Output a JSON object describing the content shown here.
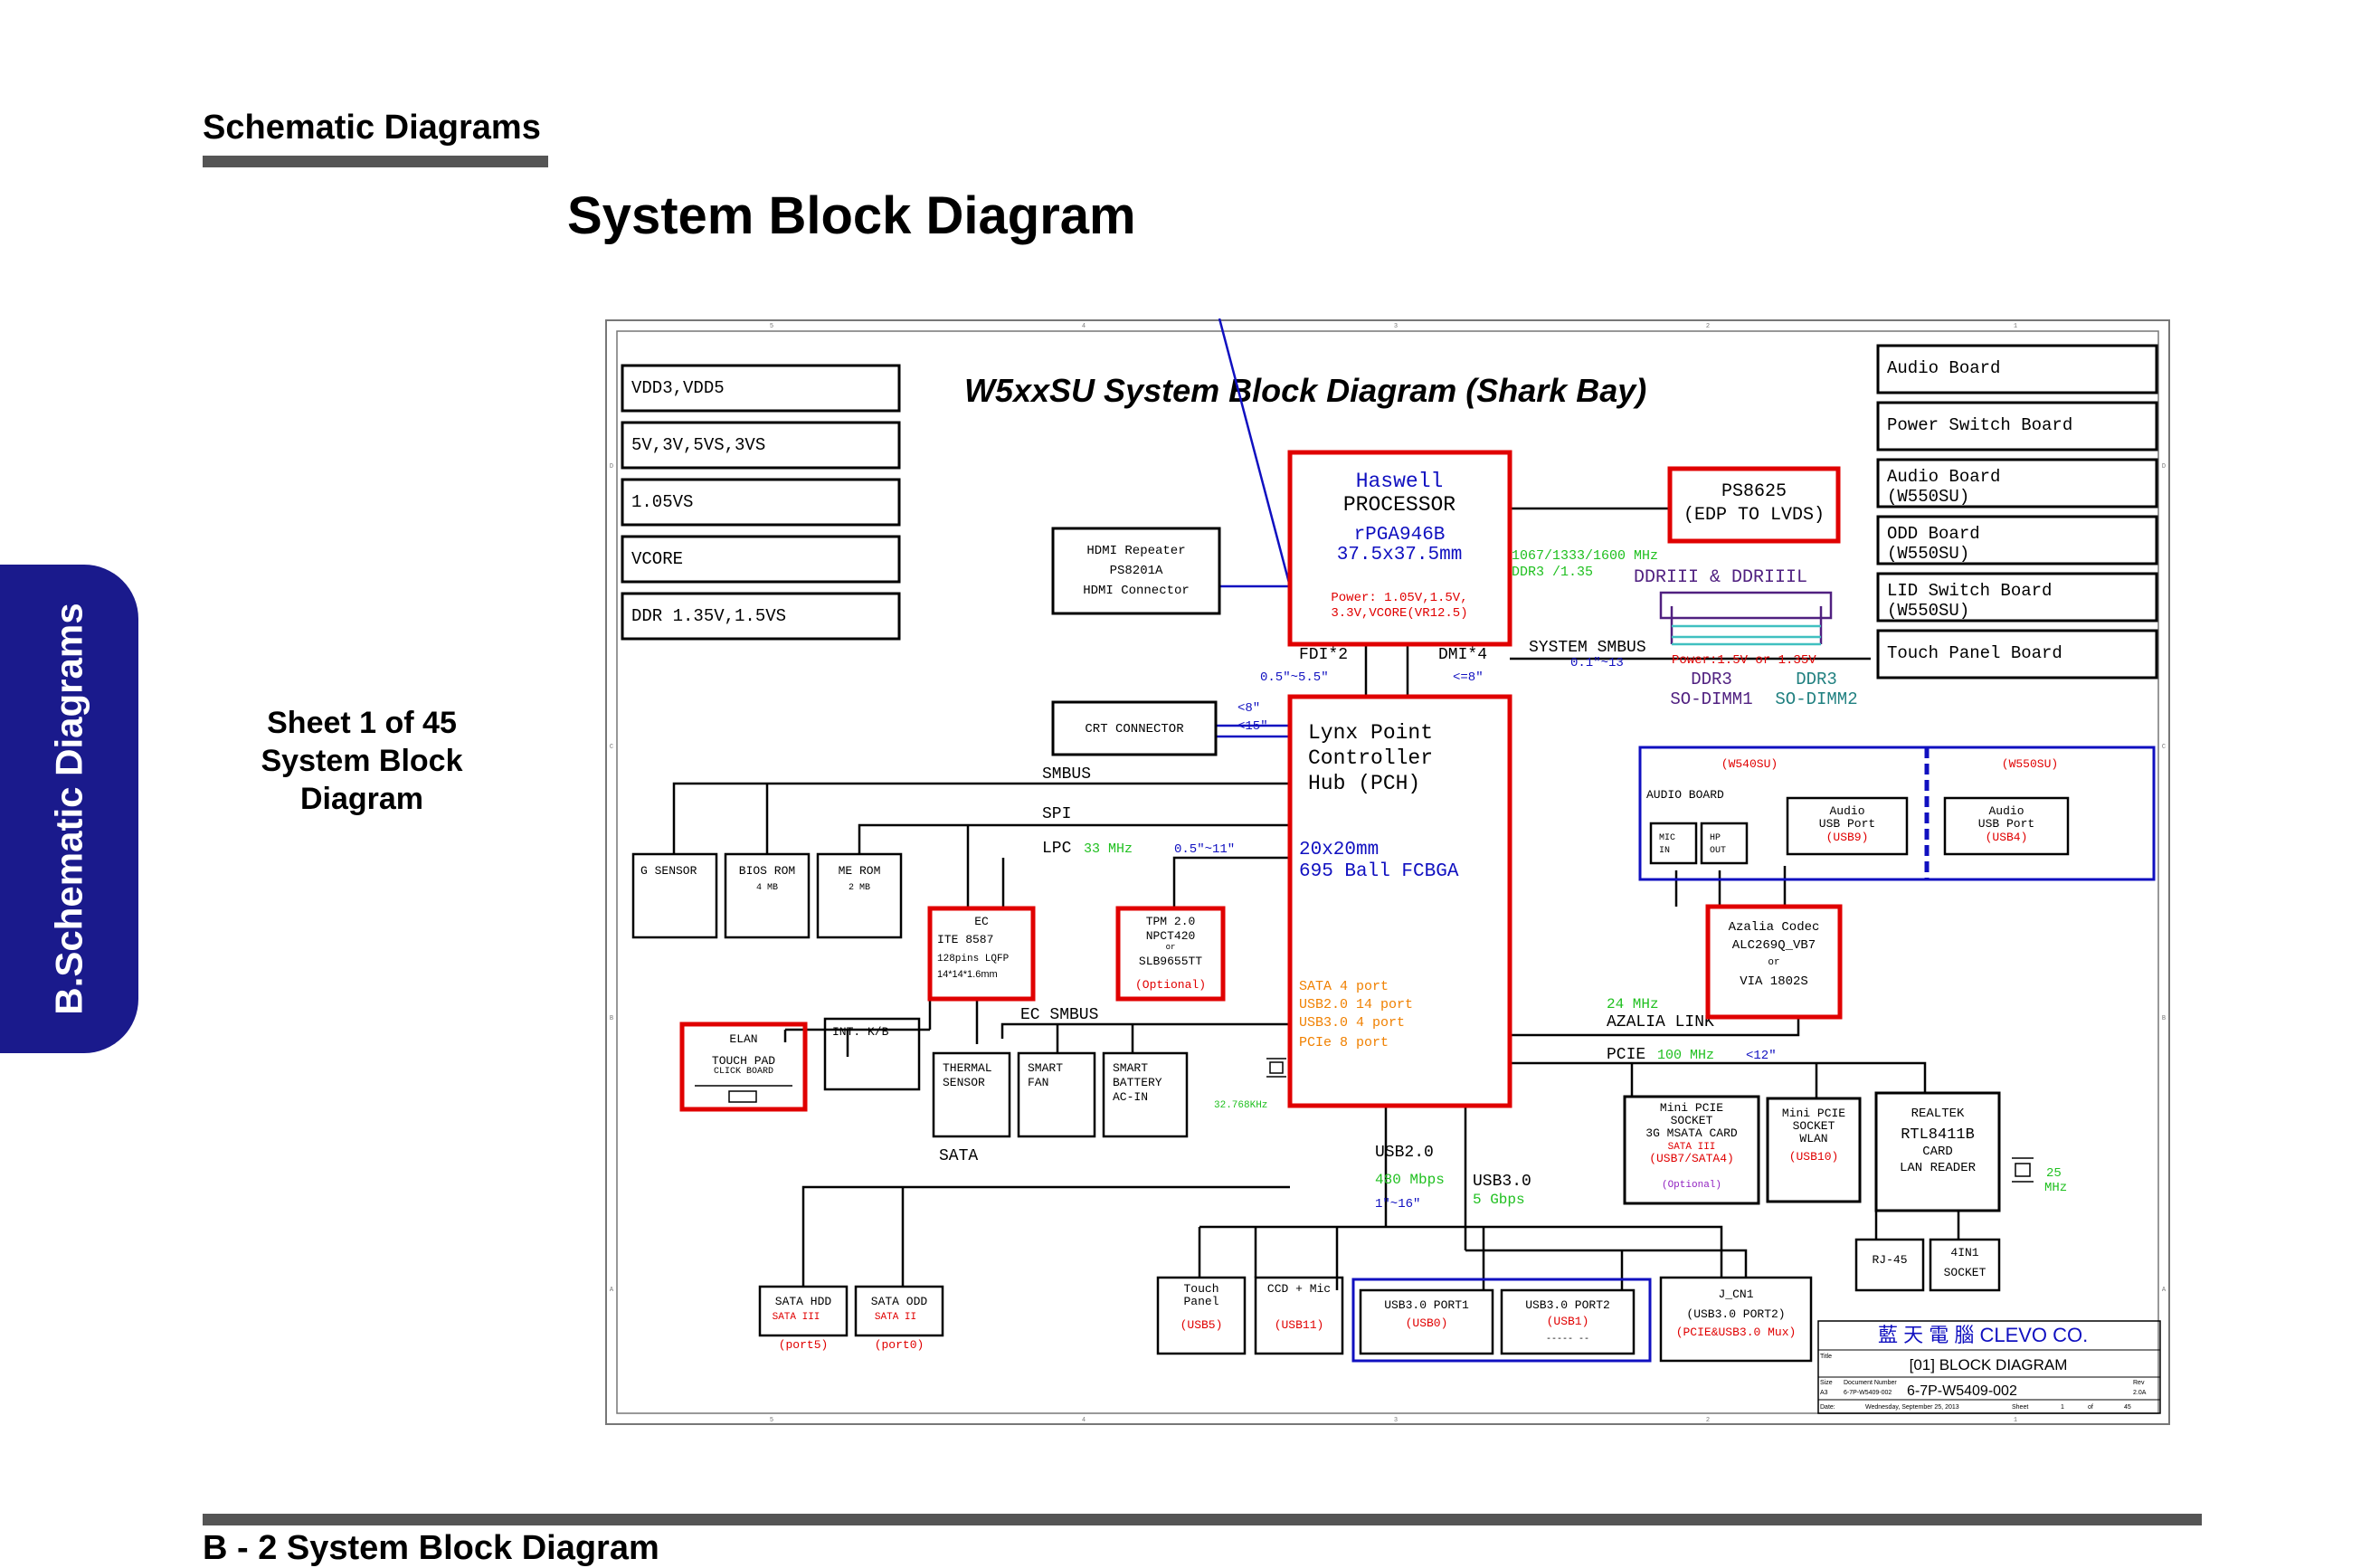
{
  "header": {
    "section_title": "Schematic  Diagrams",
    "page_title": "System Block Diagram"
  },
  "side_tab": {
    "label": "B.Schematic Diagrams"
  },
  "sheet_note": {
    "line1": "Sheet 1 of 45",
    "line2": "System Block",
    "line3": "Diagram"
  },
  "footer": {
    "label": "B - 2   System Block Diagram"
  },
  "diagram": {
    "title": "W5xxSU System Block Diagram (Shark Bay)",
    "border_nums": [
      "5",
      "4",
      "3",
      "2",
      "1"
    ],
    "border_letters": [
      "D",
      "C",
      "B",
      "A"
    ],
    "power_rails": [
      "VDD3,VDD5",
      "5V,3V,5VS,3VS",
      "1.05VS",
      "VCORE",
      "DDR  1.35V,1.5VS"
    ],
    "boards": [
      "Audio  Board",
      "Power  Switch  Board",
      "Audio  Board",
      "(W550SU)",
      "ODD  Board",
      "(W550SU)",
      "LID  Switch  Board",
      "(W550SU)",
      "Touch  Panel  Board"
    ],
    "cpu": {
      "name": "Haswell",
      "type": "PROCESSOR",
      "socket": "rPGA946B",
      "size": "37.5x37.5mm",
      "power1": "Power:  1.05V,1.5V,",
      "power2": "3.3V,VCORE(VR12.5)"
    },
    "hdmi": {
      "l1": "HDMI  Repeater",
      "l2": "PS8201A",
      "l3": "HDMI  Connector"
    },
    "ps8625": {
      "l1": "PS8625",
      "l2": "(EDP TO LVDS)"
    },
    "ddr": {
      "freq": "1067/1333/1600  MHz",
      "volt": "DDR3 /1.35",
      "bus": "DDRIII & DDRIIIL",
      "power": "Power:1.5V  or  1.35V",
      "dimm1a": "DDR3",
      "dimm1b": "SO-DIMM1",
      "dimm2a": "DDR3",
      "dimm2b": "SO-DIMM2"
    },
    "links": {
      "fdi": "FDI*2",
      "dmi": "DMI*4",
      "fdi_len": "0.5\"~5.5\"",
      "dmi_len": "<=8\"",
      "smbus_sys": "SYSTEM  SMBUS",
      "smbus_len": "0.1\"~13",
      "crt_len1": "<8\"",
      "crt_len2": "<15\"",
      "smbus": "SMBUS",
      "spi": "SPI",
      "lpc": "LPC",
      "lpc_freq": "33  MHz",
      "lpc_len": "0.5\"~11\"",
      "ec_smbus": "EC  SMBUS",
      "sata": "SATA",
      "usb2": "USB2.0",
      "usb2_speed": "480  Mbps",
      "usb2_len": "1\"~16\"",
      "usb3": "USB3.0",
      "usb3_speed": "5  Gbps",
      "azalia_freq": "24  MHz",
      "azalia": "AZALIA  LINK",
      "pcie": "PCIE",
      "pcie_freq": "100  MHz",
      "pcie_len": "<12\"",
      "xtal_32k": "32.768KHz",
      "xtal_25": "25",
      "xtal_25u": "MHz"
    },
    "crt": "CRT  CONNECTOR",
    "pch": {
      "l1": "Lynx  Point",
      "l2": "Controller",
      "l3": "Hub  (PCH)",
      "size": "20x20mm",
      "pkg": "695  Ball  FCBGA",
      "f1": "SATA  4  port",
      "f2": "USB2.0  14  port",
      "f3": "USB3.0  4  port",
      "f4": "PCIe  8  port"
    },
    "audio_grp": {
      "w540": "(W540SU)",
      "w550": "(W550SU)",
      "board": "AUDIO  BOARD",
      "mic1": "MIC",
      "mic2": "IN",
      "hp1": "HP",
      "hp2": "OUT",
      "usb9a": "Audio",
      "usb9b": "USB  Port",
      "usb9c": "(USB9)",
      "usb4a": "Audio",
      "usb4b": "USB  Port",
      "usb4c": "(USB4)"
    },
    "codec": {
      "l1": "Azalia  Codec",
      "l2": "ALC269Q_VB7",
      "l3": "or",
      "l4": "VIA  1802S"
    },
    "gsensor": "G  SENSOR",
    "bios": {
      "l1": "BIOS  ROM",
      "l2": "4  MB"
    },
    "merom": {
      "l1": "ME  ROM",
      "l2": "2  MB"
    },
    "ec": {
      "l1": "EC",
      "l2": "ITE  8587",
      "l3": "128pins  LQFP",
      "l4": "14*14*1.6mm"
    },
    "tpm": {
      "l1": "TPM  2.0",
      "l2": "NPCT420",
      "l3": "or",
      "l4": "SLB9655TT",
      "l5": "(Optional)"
    },
    "elan": {
      "l1": "ELAN",
      "l2": "TOUCH  PAD",
      "l3": "CLICK  BOARD"
    },
    "kb": "INT.  K/B",
    "thermal": {
      "l1": "THERMAL",
      "l2": "SENSOR"
    },
    "fan": {
      "l1": "SMART",
      "l2": "FAN"
    },
    "battery": {
      "l1": "SMART",
      "l2": "BATTERY",
      "l3": "AC-IN"
    },
    "msata": {
      "l1": "Mini  PCIE",
      "l2": "SOCKET",
      "l3": "3G  MSATA  CARD",
      "l4": "SATA  III",
      "l5": "(USB7/SATA4)",
      "l6": "(Optional)"
    },
    "wlan": {
      "l1": "Mini  PCIE",
      "l2": "SOCKET",
      "l3": "WLAN",
      "l4": "(USB10)"
    },
    "lan": {
      "l1": "REALTEK",
      "l2": "RTL8411B",
      "l3": "CARD",
      "l4": "LAN  READER"
    },
    "rj45": "RJ-45",
    "socket4in1": {
      "l1": "4IN1",
      "l2": "SOCKET"
    },
    "hdd": {
      "l1": "SATA  HDD",
      "l2": "SATA  III",
      "l3": "(port5)"
    },
    "odd": {
      "l1": "SATA  ODD",
      "l2": "SATA  II",
      "l3": "(port0)"
    },
    "touch": {
      "l1": "Touch",
      "l2": "Panel",
      "l3": "(USB5)"
    },
    "ccd": {
      "l1": "CCD  +  Mic",
      "l2": "(USB11)"
    },
    "usb0": {
      "l1": "USB3.0  PORT1",
      "l2": "(USB0)"
    },
    "usb1": {
      "l1": "USB3.0  PORT2",
      "l2": "(USB1)",
      "l3": "-----  --"
    },
    "jcn1": {
      "l1": "J_CN1",
      "l2": "(USB3.0  PORT2)",
      "l3": "(PCIE&USB3.0  Mux)"
    },
    "titleblock": {
      "company": "藍 天 電 腦  CLEVO CO.",
      "title_label": "Title",
      "title": "[01] BLOCK DIAGRAM",
      "size_label": "Size",
      "size": "A3",
      "docnum_label": "Document  Number",
      "docnum_small": "6-7P-W5409-002",
      "docnum": "6-7P-W5409-002",
      "rev_label": "Rev",
      "rev": "2.0A",
      "date_label": "Date:",
      "date": "Wednesday, September 25, 2013",
      "sheet_label": "Sheet",
      "sheet": "1",
      "of_label": "of",
      "total": "45"
    }
  }
}
